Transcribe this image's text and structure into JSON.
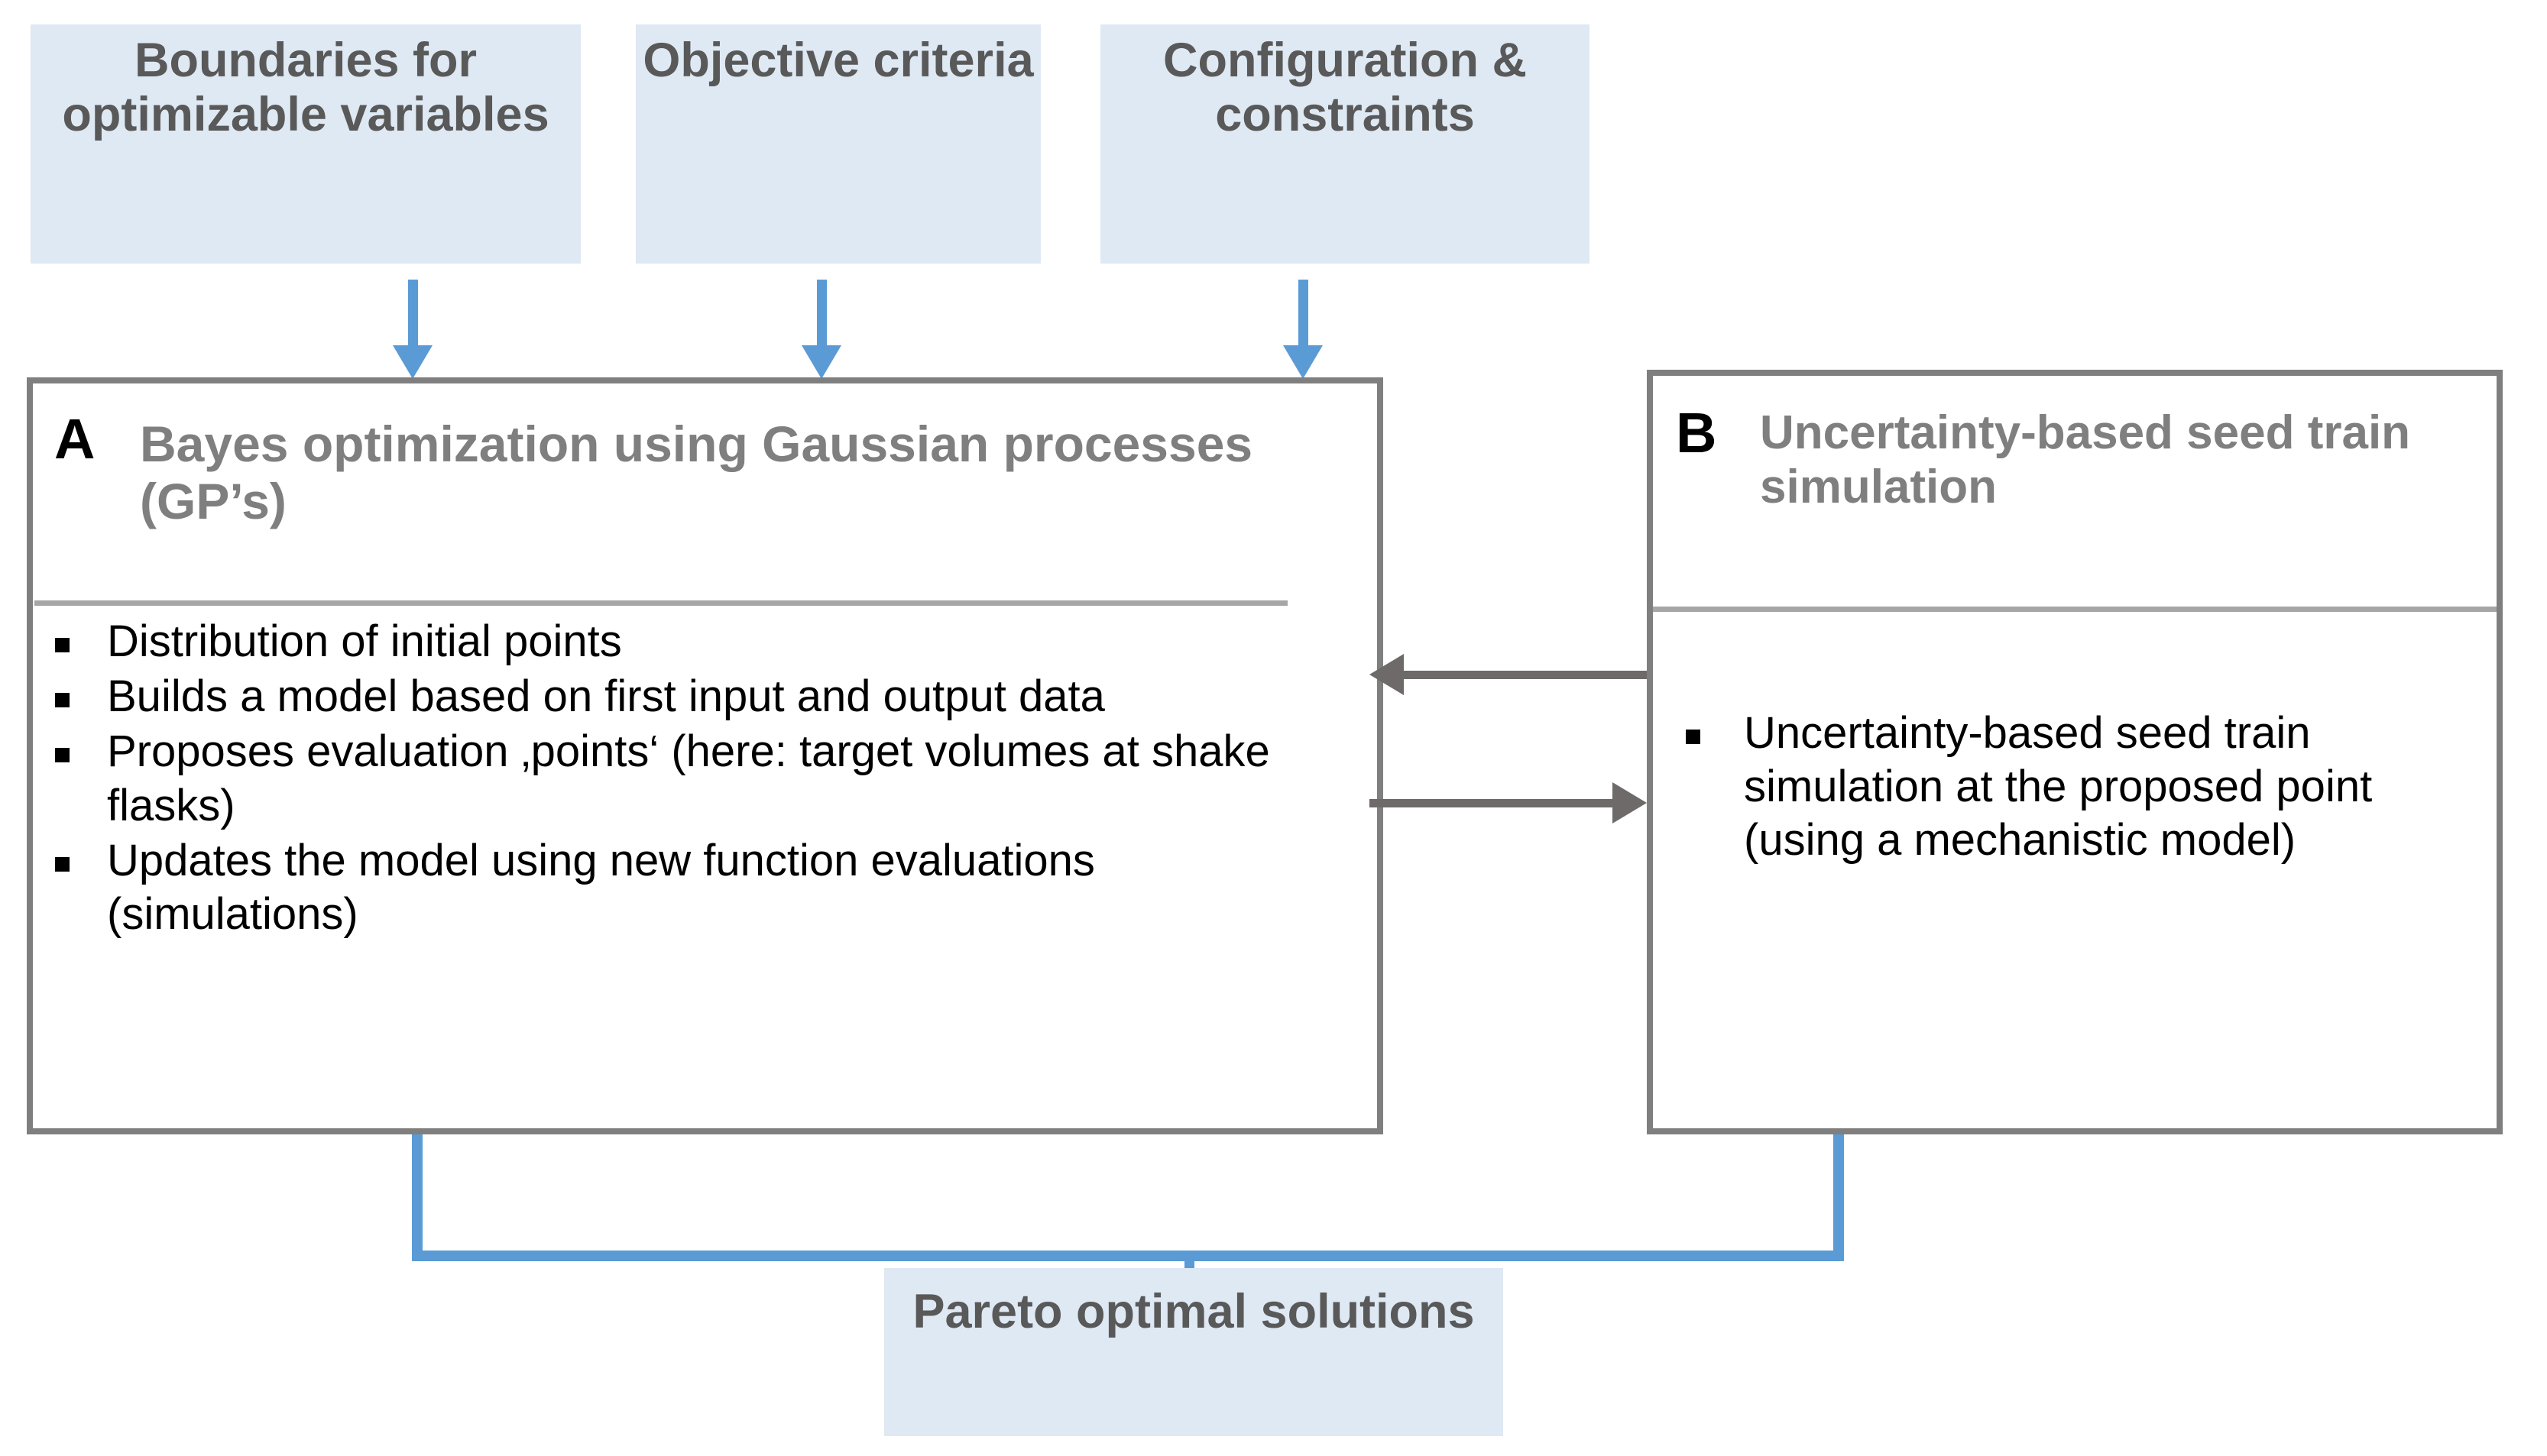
{
  "colors": {
    "input_box_fill": "#DFE9F4",
    "input_box_text": "#595959",
    "panel_border": "#7F7F7F",
    "panel_title_text": "#7F7F7F",
    "panel_letter_text": "#000000",
    "divider": "#A6A6A6",
    "blue_arrow": "#5B9BD5",
    "gray_arrow": "#6E6A6A",
    "body_text": "#000000",
    "background": "#FFFFFF"
  },
  "inputs": [
    {
      "id": "boundaries",
      "label": "Boundaries for optimizable variables"
    },
    {
      "id": "objective",
      "label": "Objective criteria"
    },
    {
      "id": "configuration",
      "label": "Configuration & constraints"
    }
  ],
  "panels": {
    "a": {
      "letter": "A",
      "title": "Bayes optimization using Gaussian processes (GP’s)",
      "bullets": [
        "Distribution of initial points",
        "Builds a model based on first input and output data",
        "Proposes evaluation ‚points‘ (here: target volumes at shake flasks)",
        "Updates the model using new function evaluations (simulations)"
      ]
    },
    "b": {
      "letter": "B",
      "title": "Uncertainty-based seed train simulation",
      "bullets": [
        "Uncertainty-based seed train simulation at the proposed point (using a mechanistic model)"
      ]
    }
  },
  "output": {
    "label": "Pareto optimal solutions"
  },
  "connectors": {
    "feed_arrow_icon": "arrow-down-icon",
    "exchange_to_a_icon": "arrow-left-icon",
    "exchange_to_b_icon": "arrow-right-icon",
    "merge_arrow_icon": "arrow-down-icon"
  }
}
